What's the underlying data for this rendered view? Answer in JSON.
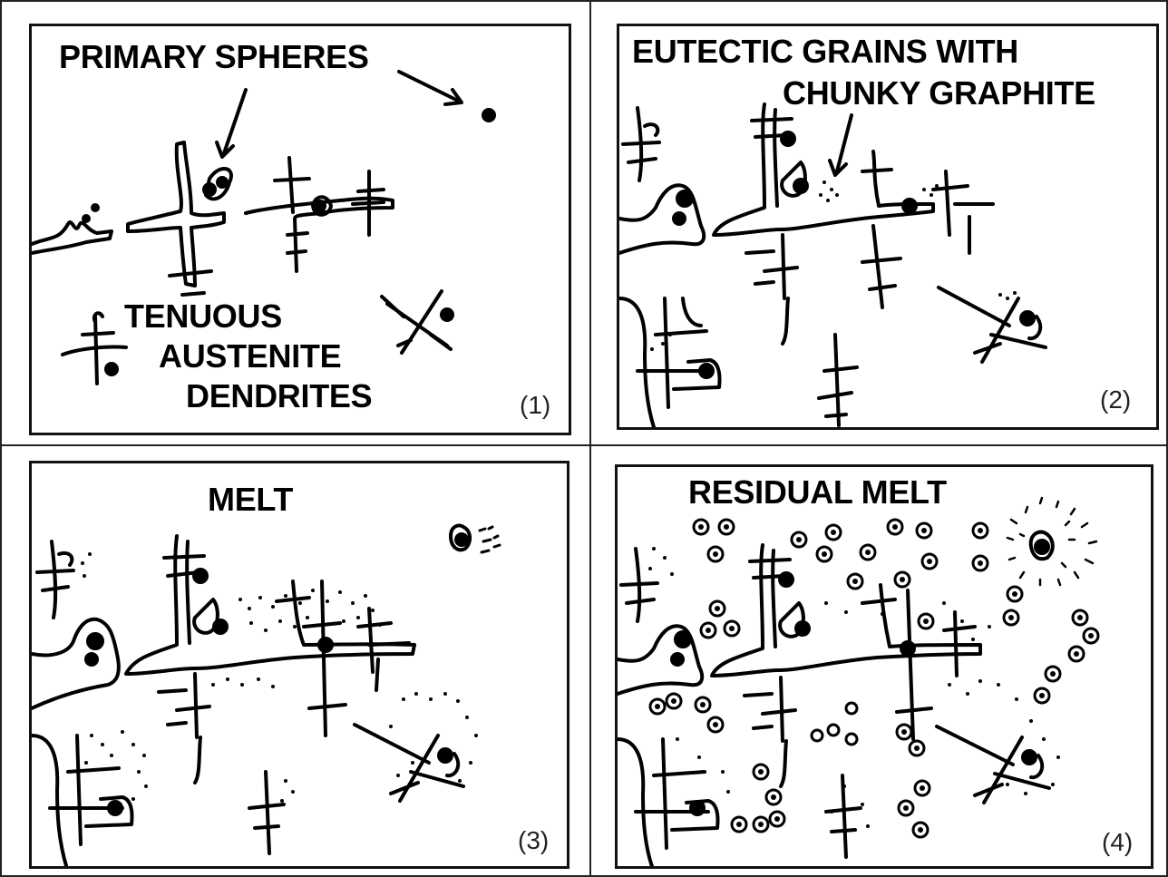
{
  "panels": [
    {
      "number": "(1)",
      "labels": {
        "primary": "PRIMARY SPHERES",
        "tenuous": "TENUOUS",
        "austenite": "AUSTENITE",
        "dendrites": "DENDRITES"
      }
    },
    {
      "number": "(2)",
      "labels": {
        "line1": "EUTECTIC GRAINS WITH",
        "line2": "CHUNKY GRAPHITE"
      }
    },
    {
      "number": "(3)",
      "labels": {
        "melt": "MELT"
      }
    },
    {
      "number": "(4)",
      "labels": {
        "residual": "RESIDUAL MELT"
      }
    }
  ]
}
